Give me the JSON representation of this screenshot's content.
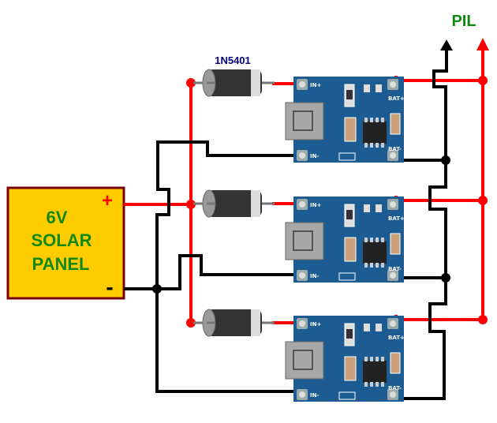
{
  "panel": {
    "voltage": "6V",
    "line1": "SOLAR",
    "line2": "PANEL",
    "plus": "+",
    "minus": "-"
  },
  "diode": {
    "part": "1N5401"
  },
  "output": {
    "label": "PIL"
  },
  "module": {
    "pins": {
      "in_plus": "IN+",
      "in_minus": "IN-",
      "bat_plus": "BAT+",
      "bat_minus": "BAT-"
    }
  },
  "colors": {
    "positive_wire": "#ff0000",
    "negative_wire": "#000000",
    "panel_fill": "#ffcc00",
    "panel_border": "#7a0000",
    "panel_text": "#118811",
    "diode_label": "#000080",
    "pcb": "#1d5c93"
  }
}
